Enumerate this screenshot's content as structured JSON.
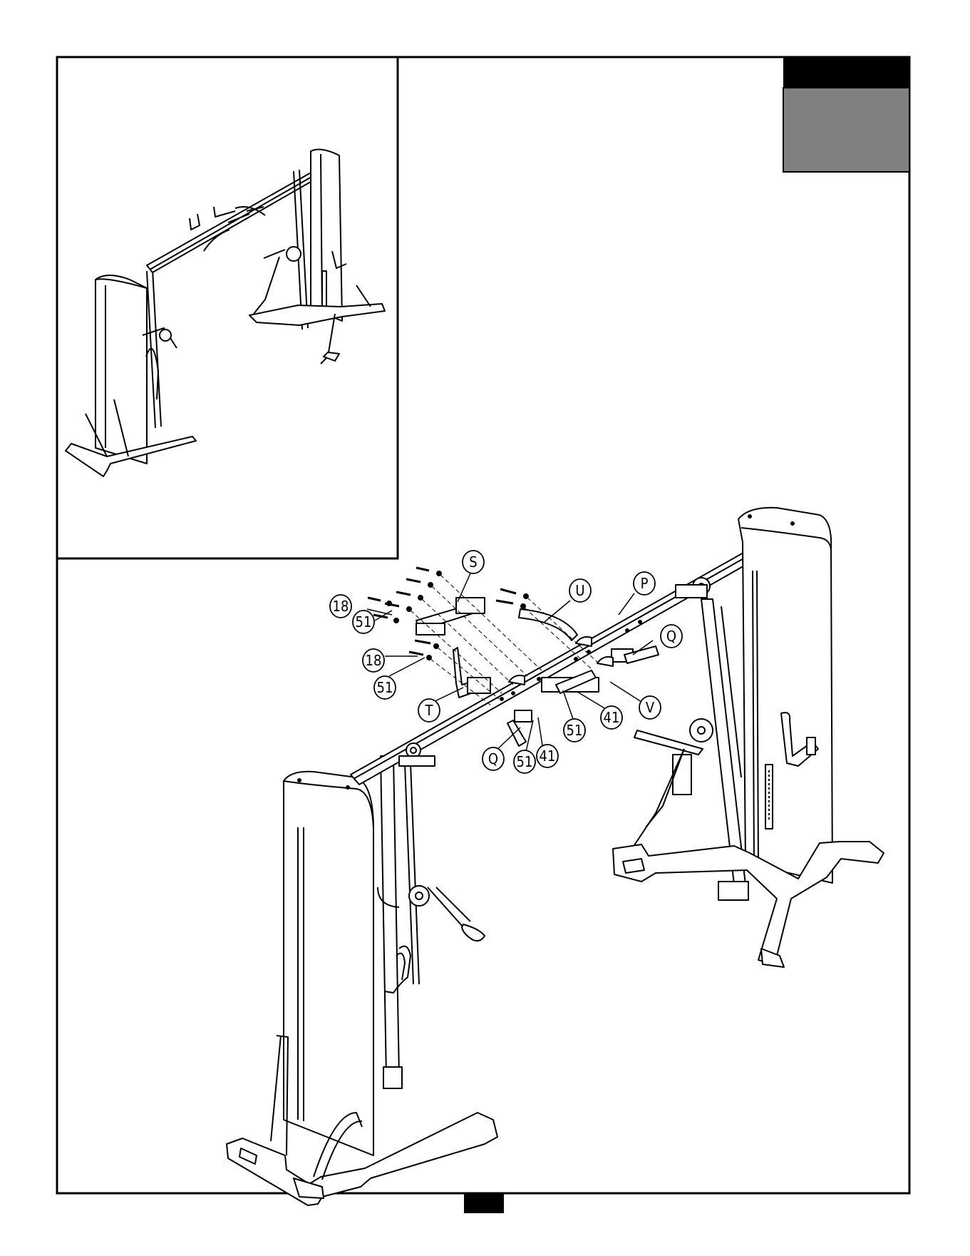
{
  "callouts": {
    "S": "S",
    "U": "U",
    "P": "P",
    "Q_right": "Q",
    "V": "V",
    "T": "T",
    "Q_left": "Q",
    "n18_top": "18",
    "n51_top": "51",
    "n18_mid": "18",
    "n51_mid": "51",
    "n51_a": "51",
    "n41_a": "41",
    "n51_b": "51",
    "n41_b": "41"
  },
  "colors": {
    "step_header": "#000000",
    "step_box": "#808080",
    "page_tab": "#000000",
    "line": "#000000",
    "panel": "#ffffff"
  }
}
